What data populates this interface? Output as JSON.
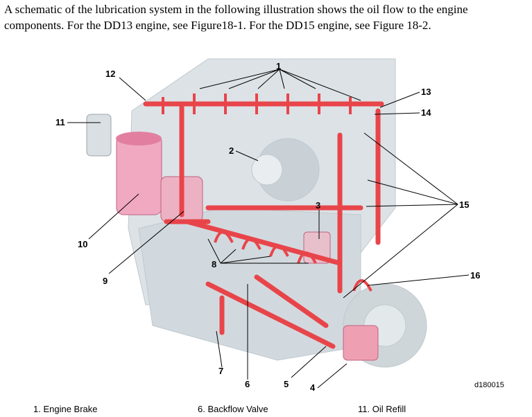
{
  "intro_text": "A schematic of the lubrication system in the following illustration shows the oil flow to the engine components. For the DD13 engine, see Figure18-1. For the DD15 engine, see Figure 18-2.",
  "figure": {
    "callouts": [
      "1",
      "2",
      "3",
      "4",
      "5",
      "6",
      "7",
      "8",
      "9",
      "10",
      "11",
      "12",
      "13",
      "14",
      "15",
      "16"
    ],
    "figure_id": "d180015",
    "oil_color": "#e8454a"
  },
  "legend": [
    {
      "label": "1. Engine Brake"
    },
    {
      "label": "6. Backflow Valve"
    },
    {
      "label": "11. Oil Refill"
    }
  ]
}
